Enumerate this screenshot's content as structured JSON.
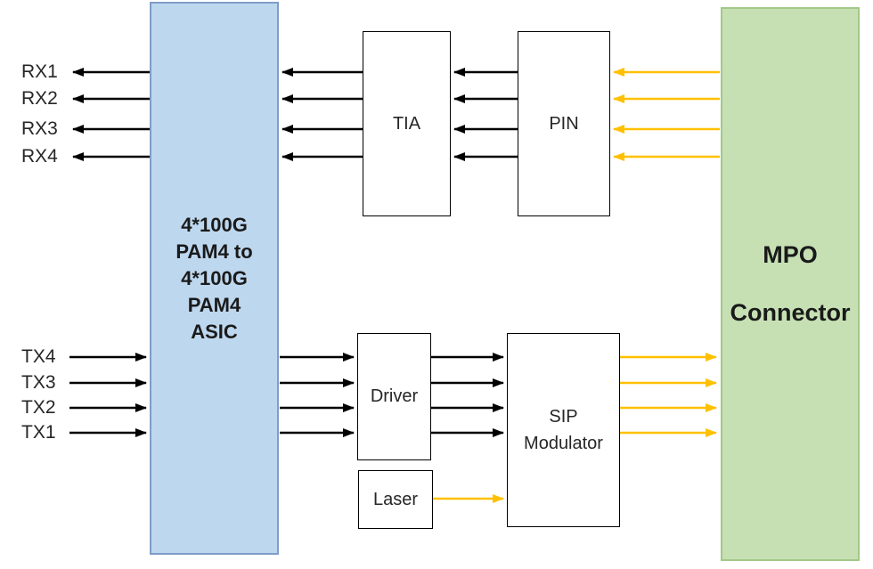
{
  "diagram": {
    "asic": {
      "label": "4*100G\nPAM4 to\n4*100G\nPAM4\nASIC"
    },
    "mpo": {
      "line1": "MPO",
      "line2": "Connector"
    },
    "components": {
      "tia": "TIA",
      "pin": "PIN",
      "driver": "Driver",
      "laser": "Laser",
      "sip": "SIP\nModulator"
    },
    "rx_labels": [
      "RX1",
      "RX2",
      "RX3",
      "RX4"
    ],
    "tx_labels": [
      "TX4",
      "TX3",
      "TX2",
      "TX1"
    ],
    "colors": {
      "asic_fill": "#BDD7EE",
      "asic_border": "#7F9DC9",
      "mpo_fill": "#C6E0B4",
      "mpo_border": "#A2C888",
      "component_fill": "#FFFFFF",
      "component_border": "#000000",
      "electrical_signal": "#000000",
      "optical_signal": "#FFC000"
    }
  }
}
